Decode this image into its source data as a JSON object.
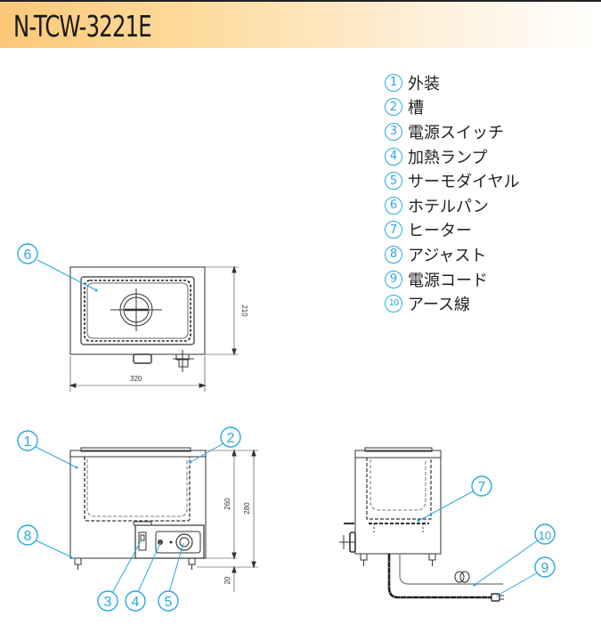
{
  "header": {
    "title": "N-TCW-3221E"
  },
  "legend": {
    "items": [
      {
        "num": "1",
        "label": "外装"
      },
      {
        "num": "2",
        "label": "槽"
      },
      {
        "num": "3",
        "label": "電源スイッチ"
      },
      {
        "num": "4",
        "label": "加熱ランプ"
      },
      {
        "num": "5",
        "label": "サーモダイヤル"
      },
      {
        "num": "6",
        "label": "ホテルパン"
      },
      {
        "num": "7",
        "label": "ヒーター"
      },
      {
        "num": "8",
        "label": "アジャスト"
      },
      {
        "num": "9",
        "label": "電源コード"
      },
      {
        "num": "10",
        "label": "アース線"
      }
    ]
  },
  "top_view": {
    "callout": "6",
    "dim_width": "320",
    "dim_depth": "210"
  },
  "front_view": {
    "callouts": [
      "1",
      "2",
      "3",
      "4",
      "5",
      "8"
    ],
    "dim_inner_height": "260",
    "dim_total_height": "280",
    "dim_foot": "20"
  },
  "side_view": {
    "callouts": [
      "7",
      "10",
      "9"
    ]
  },
  "colors": {
    "callout": "#2aa7e0",
    "header_start": "#fcc878",
    "line": "#333333"
  }
}
